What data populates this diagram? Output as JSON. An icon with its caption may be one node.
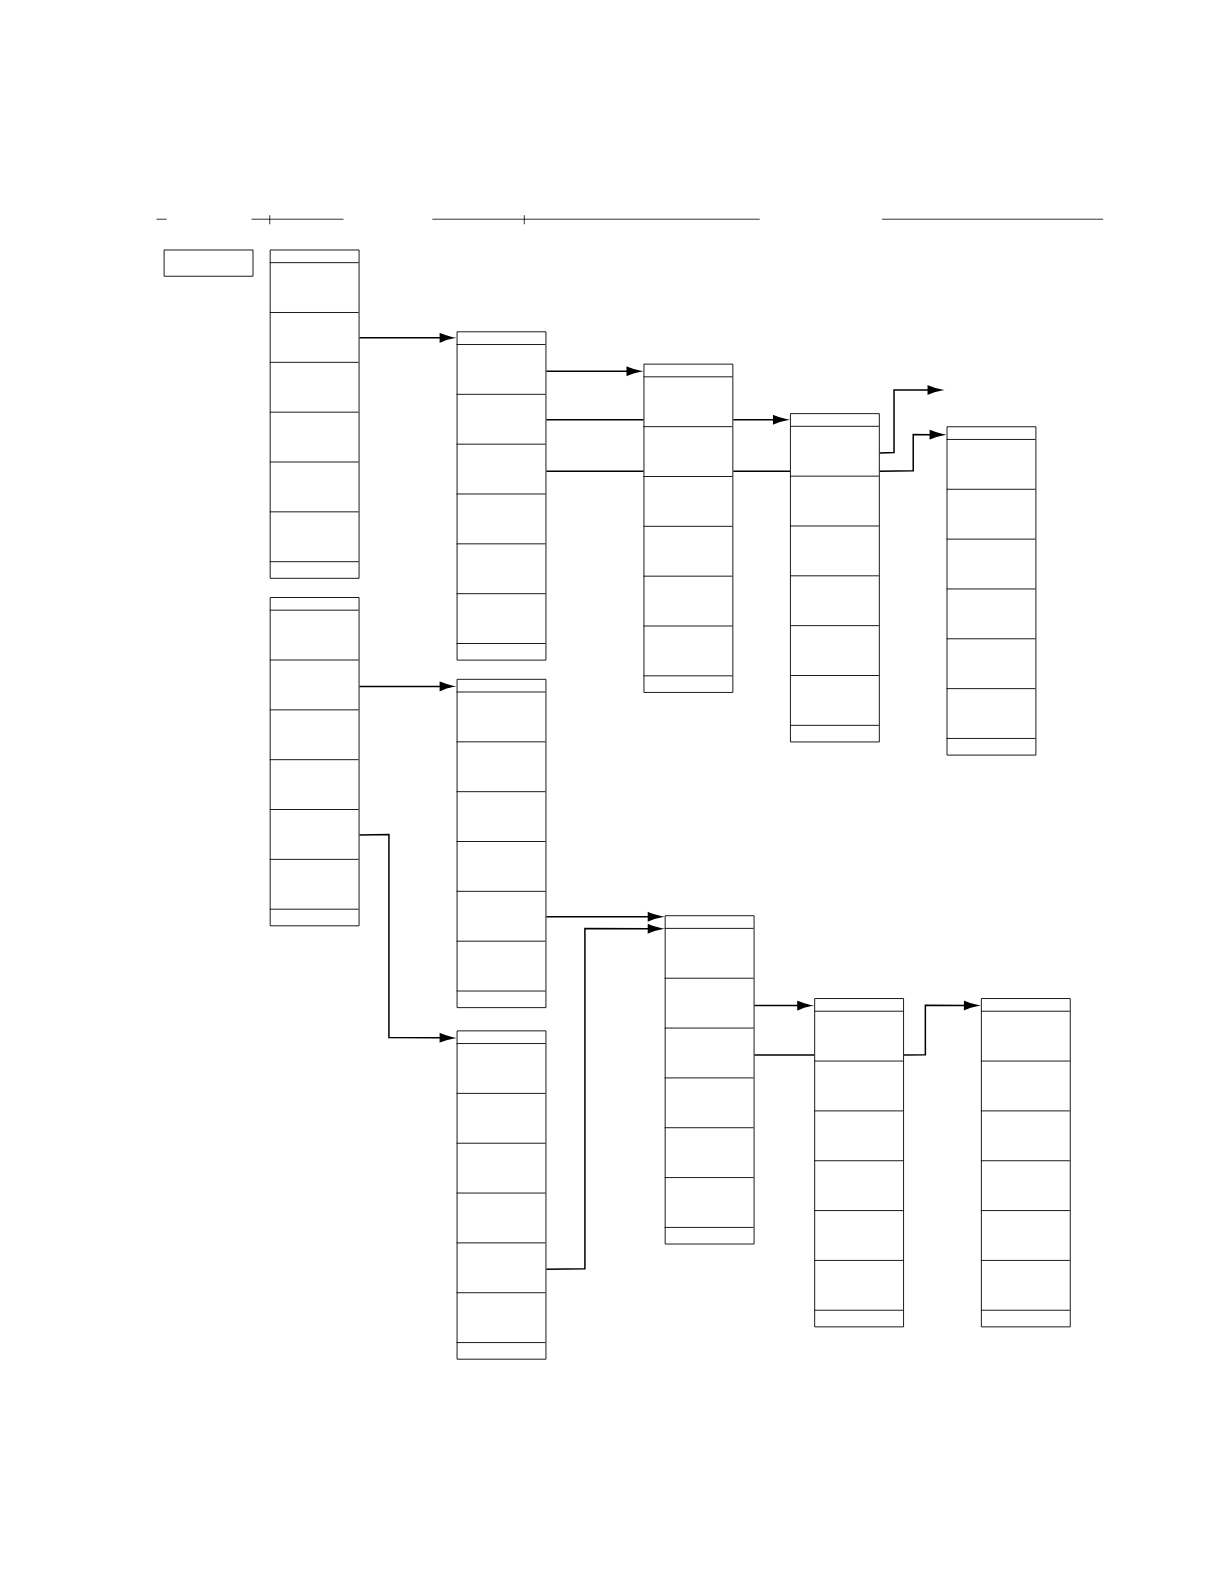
{
  "diagram": {
    "nodes": [
      {
        "text": [],
        "shape": "box"
      },
      {
        "text": [],
        "shape": "box"
      },
      {
        "text": [],
        "shape": "box"
      },
      {
        "text": [],
        "shape": "box"
      },
      {
        "text": [],
        "shape": "box"
      },
      {
        "text": [],
        "shape": "box"
      },
      {
        "text": [],
        "shape": "box"
      },
      {
        "text": [],
        "shape": "box"
      },
      {
        "text": [],
        "shape": "box"
      },
      {
        "text": [],
        "shape": "box"
      },
      {
        "text": [],
        "shape": "box"
      },
      {
        "text": [],
        "shape": "box"
      }
    ],
    "edges": [
      {
        "from": 1,
        "to": 3,
        "arrow": "to"
      },
      {
        "from": 3,
        "to": 6,
        "arrow": "to"
      },
      {
        "from": 3,
        "to": 6,
        "arrow": "none"
      },
      {
        "from": 6,
        "to": 7,
        "arrow": "to"
      },
      {
        "from": 3,
        "to": 6,
        "arrow": "none"
      },
      {
        "from": 6,
        "to": 7,
        "arrow": "none"
      },
      {
        "from": 7,
        "to": 8,
        "arrow": "to"
      },
      {
        "from": 7,
        "to": null,
        "arrow": "to"
      },
      {
        "from": 2,
        "to": 4,
        "arrow": "to"
      },
      {
        "from": 2,
        "to": 5,
        "arrow": "to"
      },
      {
        "from": 4,
        "to": 9,
        "arrow": "to"
      },
      {
        "from": 5,
        "to": 9,
        "arrow": "to"
      },
      {
        "from": 9,
        "to": 10,
        "arrow": "to"
      },
      {
        "from": 9,
        "to": 10,
        "arrow": "none"
      },
      {
        "from": 10,
        "to": 11,
        "arrow": "to"
      }
    ]
  }
}
